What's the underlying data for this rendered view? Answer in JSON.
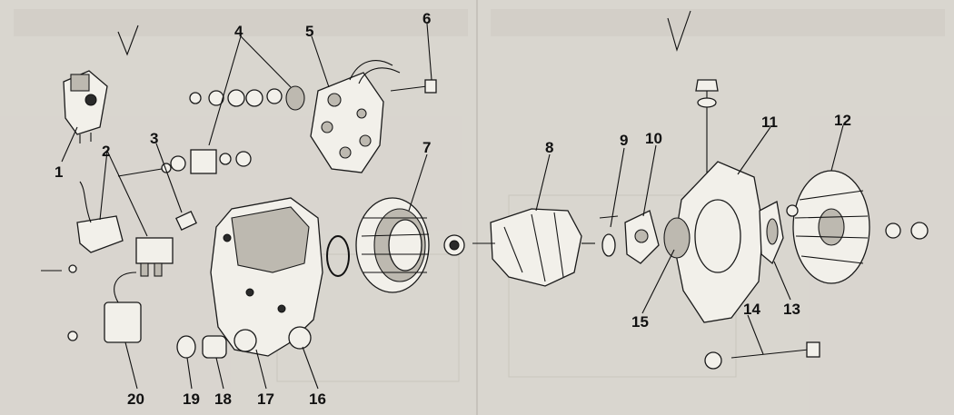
{
  "callouts": [
    {
      "id": "1",
      "label": "1"
    },
    {
      "id": "2",
      "label": "2"
    },
    {
      "id": "3",
      "label": "3"
    },
    {
      "id": "4",
      "label": "4"
    },
    {
      "id": "5",
      "label": "5"
    },
    {
      "id": "6",
      "label": "6"
    },
    {
      "id": "7",
      "label": "7"
    },
    {
      "id": "8",
      "label": "8"
    },
    {
      "id": "9",
      "label": "9"
    },
    {
      "id": "10",
      "label": "10"
    },
    {
      "id": "11",
      "label": "11"
    },
    {
      "id": "12",
      "label": "12"
    },
    {
      "id": "13",
      "label": "13"
    },
    {
      "id": "14",
      "label": "14"
    },
    {
      "id": "15",
      "label": "15"
    },
    {
      "id": "16",
      "label": "16"
    },
    {
      "id": "17",
      "label": "17"
    },
    {
      "id": "18",
      "label": "18"
    },
    {
      "id": "19",
      "label": "19"
    },
    {
      "id": "20",
      "label": "20"
    }
  ],
  "colors": {
    "background": "#d9d6cf",
    "ink": "#111111",
    "part_fill": "#f2f0ea"
  }
}
